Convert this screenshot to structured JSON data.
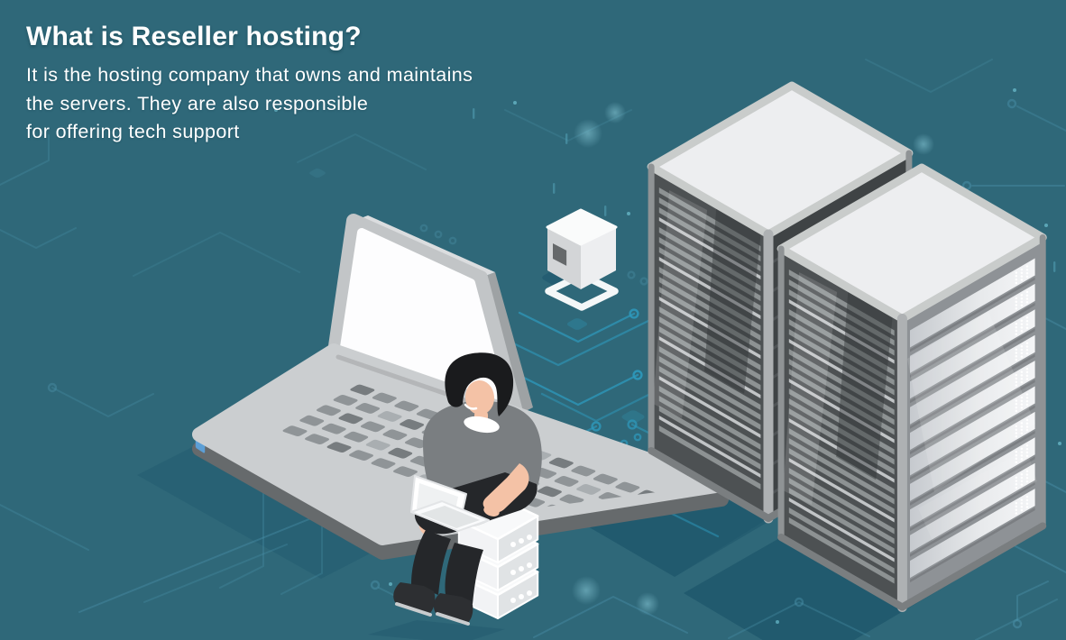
{
  "header": {
    "title": "What is Reseller hosting?",
    "lines": [
      "It is the hosting company that owns and maintains",
      "the servers. They are also responsible",
      "for offering tech support"
    ]
  },
  "palette": {
    "background": "#2F6879",
    "shadow": "#1E566B",
    "trace": "#4D94AD",
    "trace_bright": "#2E9ABD",
    "white": "#FFFFFF",
    "rack_top": "#EDEEF0",
    "rack_frame": "#AEB1B3",
    "rack_interior": "#4D5153",
    "slat": "#9EA2A4",
    "laptop_body": "#CBCED0",
    "laptop_rim": "#696D6F",
    "key": "#8F9497",
    "screen_white": "#FDFDFE",
    "skin": "#F4C2A6",
    "hair": "#1A1B1D",
    "shirt": "#7A7E81",
    "pants": "#25272A",
    "shoe_sole": "#C9CCCE",
    "port_blue": "#5C9FD6",
    "server_face": "#E0E3E5",
    "server_top": "#F8F9FA"
  },
  "illustration": {
    "parts": [
      "circuit-board-pattern",
      "laptop",
      "person-on-server-stack",
      "mini-laptop",
      "network-cube",
      "server-rack-left",
      "server-rack-right"
    ]
  }
}
